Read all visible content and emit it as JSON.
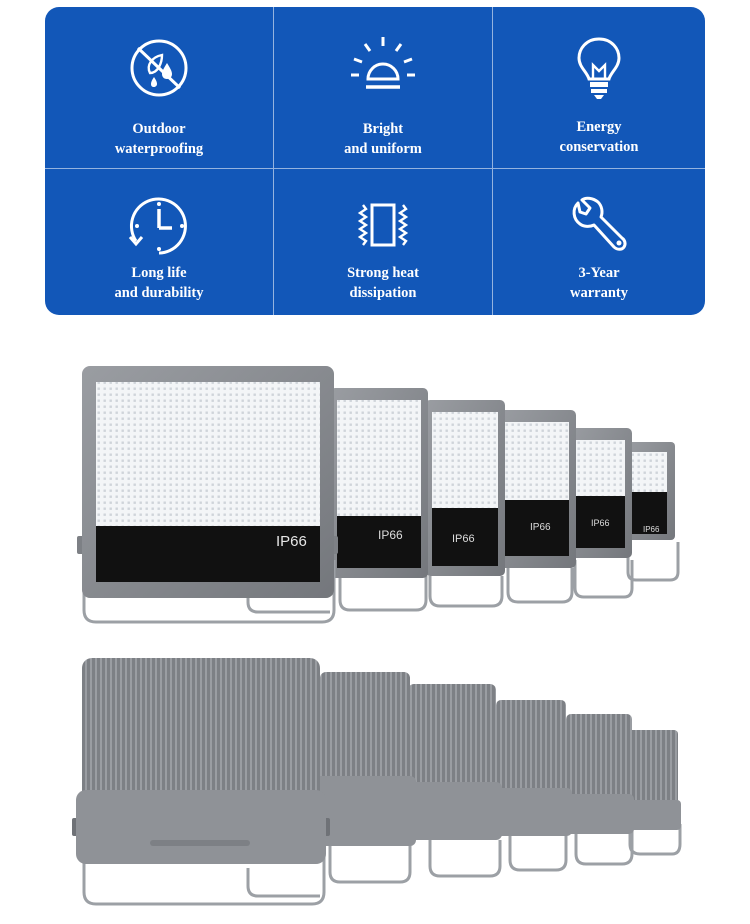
{
  "features": [
    {
      "icon": "waterproof-icon",
      "line1": "Outdoor",
      "line2": "waterproofing"
    },
    {
      "icon": "sun-icon",
      "line1": "Bright",
      "line2": "and uniform"
    },
    {
      "icon": "lightbulb-icon",
      "line1": "Energy",
      "line2": "conservation"
    },
    {
      "icon": "clock-icon",
      "line1": "Long life",
      "line2": "and durability"
    },
    {
      "icon": "heat-dissipation-icon",
      "line1": "Strong heat",
      "line2": "dissipation"
    },
    {
      "icon": "wrench-icon",
      "line1": "3-Year",
      "line2": "warranty"
    }
  ],
  "product_rating": "IP66",
  "colors": {
    "panel_blue": "#1257b8",
    "housing_grey": "#8a8d92",
    "lens": "#f4f6f8",
    "black_band": "#111111"
  }
}
